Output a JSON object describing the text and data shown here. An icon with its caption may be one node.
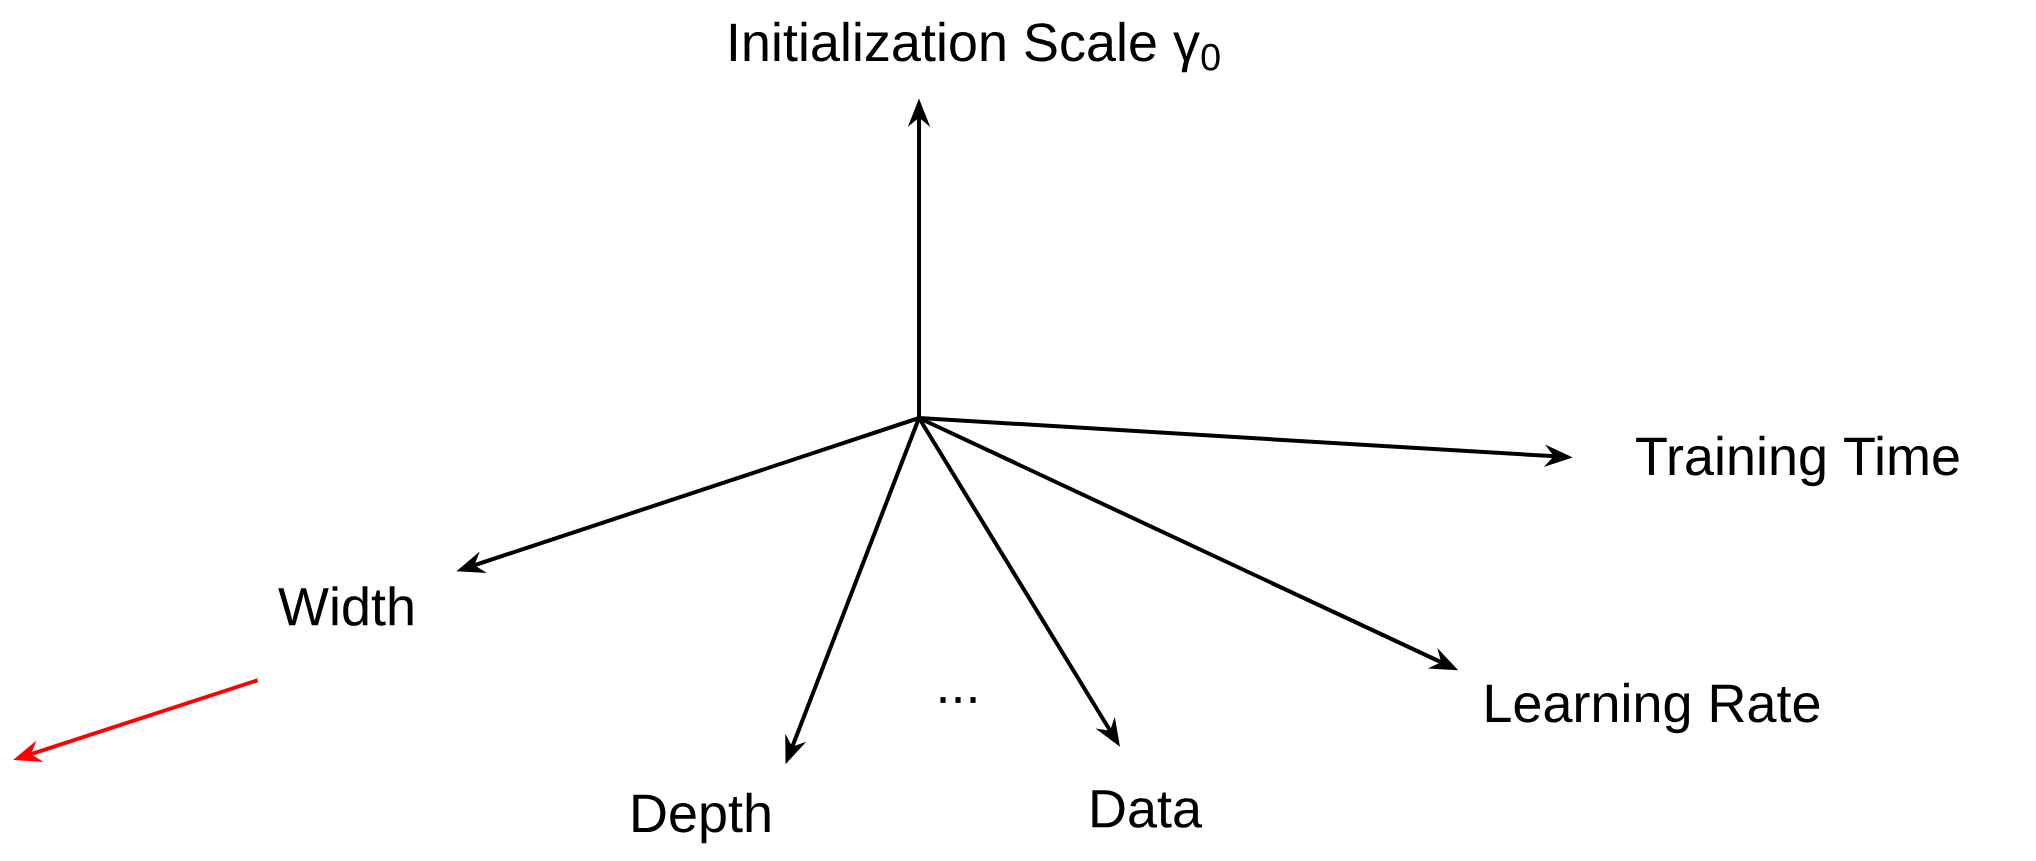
{
  "diagram": {
    "nodes": [
      {
        "text": [
          "Initialization Scale γ$_{0}$"
        ]
      },
      {
        "text": [
          "Training Time"
        ]
      },
      {
        "text": [
          "Width"
        ]
      },
      {
        "text": [
          "Learning Rate"
        ]
      },
      {
        "text": [
          "Depth"
        ]
      },
      {
        "text": [
          "Data"
        ]
      }
    ],
    "edges": [
      {
        "from": null,
        "to": 0,
        "arrow": "to"
      },
      {
        "from": null,
        "to": 1,
        "arrow": "to"
      },
      {
        "from": null,
        "to": 2,
        "arrow": "to"
      },
      {
        "from": null,
        "to": 3,
        "arrow": "to"
      },
      {
        "from": null,
        "to": 4,
        "arrow": "to"
      },
      {
        "from": null,
        "to": 5,
        "arrow": "to"
      },
      {
        "from": 2,
        "to": null,
        "arrow": "to",
        "color": "#ff0000"
      }
    ],
    "labels": [
      "..."
    ]
  }
}
